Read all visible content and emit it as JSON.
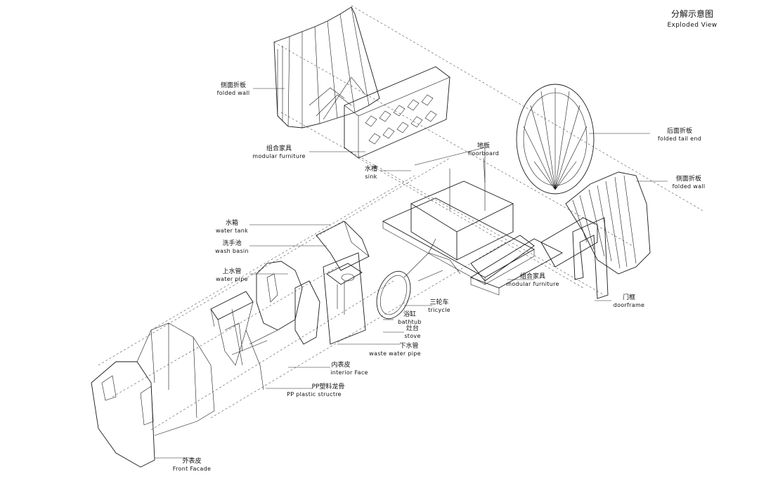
{
  "title": {
    "cn": "分解示意图",
    "en": "Exploded View"
  },
  "labels": [
    {
      "id": "side-folded-wall-left",
      "cn": "侧面折板",
      "en": "folded wall"
    },
    {
      "id": "modular-furniture-top",
      "cn": "组合家具",
      "en": "modular furniture"
    },
    {
      "id": "sink",
      "cn": "水槽",
      "en": "sink"
    },
    {
      "id": "floorboard",
      "cn": "地板",
      "en": "floorboard"
    },
    {
      "id": "folded-tail-end",
      "cn": "后面折板",
      "en": "folded tail end"
    },
    {
      "id": "side-folded-wall-right",
      "cn": "侧面折板",
      "en": "folded wall"
    },
    {
      "id": "water-tank",
      "cn": "水箱",
      "en": "water tank"
    },
    {
      "id": "wash-basin",
      "cn": "洗手池",
      "en": "wash basin"
    },
    {
      "id": "water-pipe",
      "cn": "上水管",
      "en": "water pipe"
    },
    {
      "id": "modular-furniture-right",
      "cn": "组合家具",
      "en": "modular furniture"
    },
    {
      "id": "doorframe",
      "cn": "门框",
      "en": "doorframe"
    },
    {
      "id": "tricycle",
      "cn": "三轮车",
      "en": "tricycle"
    },
    {
      "id": "bathtub",
      "cn": "浴缸",
      "en": "bathtub"
    },
    {
      "id": "stove",
      "cn": "灶台",
      "en": "stove"
    },
    {
      "id": "waste-water-pipe",
      "cn": "下水管",
      "en": "waste water pipe"
    },
    {
      "id": "interior-face",
      "cn": "内表皮",
      "en": "interior Face"
    },
    {
      "id": "pp-plastic-structure",
      "cn": "PP塑料龙骨",
      "en": "PP plastic structre"
    },
    {
      "id": "front-facade",
      "cn": "外表皮",
      "en": "Front Facade"
    }
  ]
}
